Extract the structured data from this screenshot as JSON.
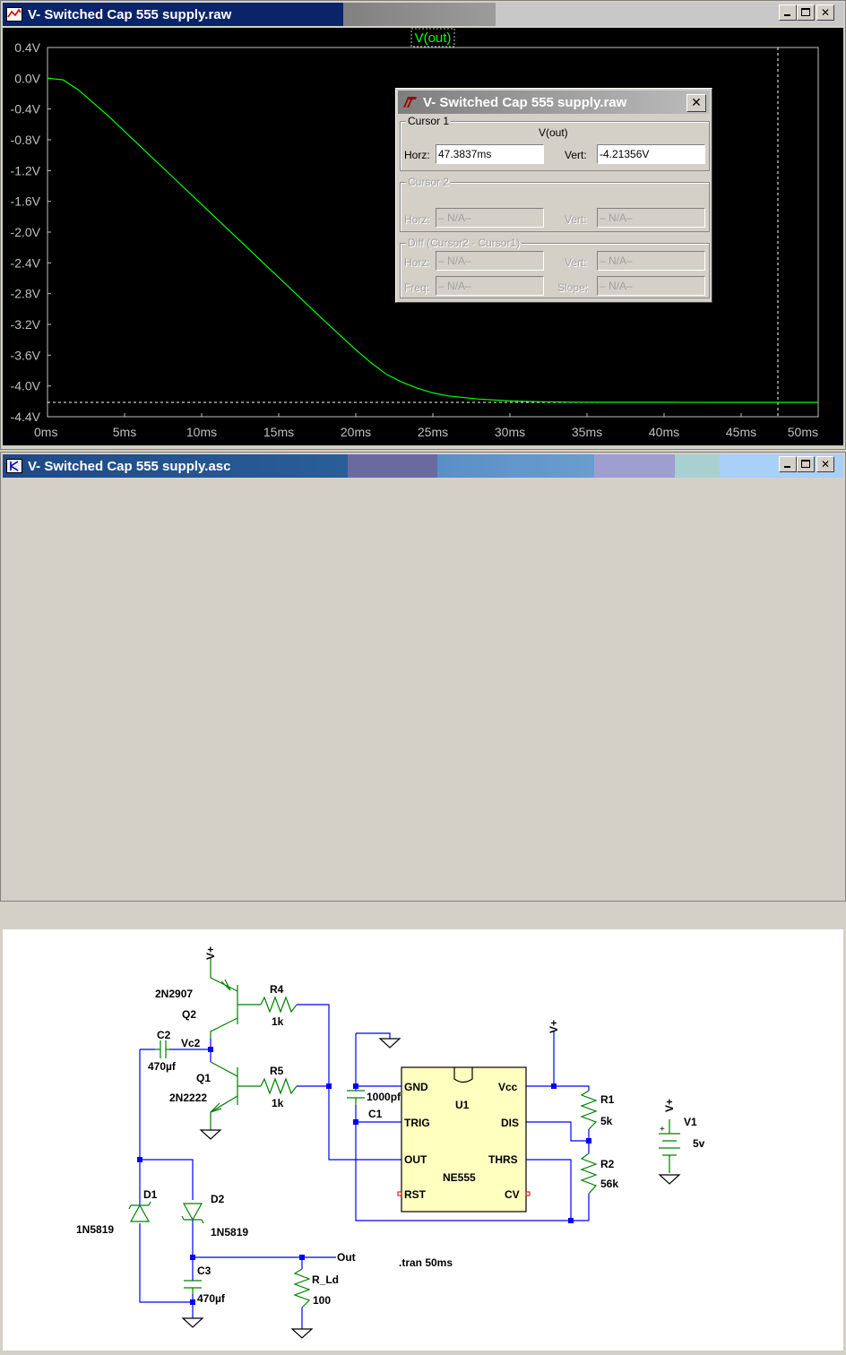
{
  "waveform_window": {
    "title": "V- Switched Cap 555 supply.raw",
    "trace_label": "V(out)",
    "trace_color": "#00ff00",
    "y_tick_labels": [
      "0.4V",
      "0.0V",
      "-0.4V",
      "-0.8V",
      "-1.2V",
      "-1.6V",
      "-2.0V",
      "-2.4V",
      "-2.8V",
      "-3.2V",
      "-3.6V",
      "-4.0V",
      "-4.4V"
    ],
    "x_tick_labels": [
      "0ms",
      "5ms",
      "10ms",
      "15ms",
      "20ms",
      "25ms",
      "30ms",
      "35ms",
      "40ms",
      "45ms",
      "50ms"
    ]
  },
  "chart_data": {
    "type": "line",
    "series": [
      {
        "name": "V(out)",
        "x": [
          0,
          1,
          2,
          4,
          6,
          8,
          10,
          12,
          14,
          16,
          18,
          20,
          21,
          22,
          23,
          24,
          25,
          26,
          28,
          30,
          32,
          34,
          36,
          40,
          45,
          50
        ],
        "y": [
          0.0,
          -0.02,
          -0.15,
          -0.5,
          -0.88,
          -1.26,
          -1.64,
          -2.02,
          -2.4,
          -2.78,
          -3.16,
          -3.53,
          -3.7,
          -3.85,
          -3.95,
          -4.03,
          -4.09,
          -4.13,
          -4.17,
          -4.195,
          -4.205,
          -4.21,
          -4.212,
          -4.213,
          -4.2135,
          -4.2136
        ]
      }
    ],
    "x_unit": "ms",
    "y_unit": "V",
    "xlim": [
      0,
      50
    ],
    "ylim": [
      -4.4,
      0.4
    ],
    "cursor1": {
      "x": 47.3837,
      "y": -4.21356
    },
    "grid": false
  },
  "cursor_dialog": {
    "title": "V- Switched Cap 555 supply.raw",
    "cursor1_label": "Cursor 1",
    "cursor1_trace": "V(out)",
    "horz_label": "Horz:",
    "vert_label": "Vert:",
    "cursor1_horz": "47.3837ms",
    "cursor1_vert": "-4.21356V",
    "cursor2_label": "Cursor 2",
    "cursor2_horz": "– N/A–",
    "cursor2_vert": "– N/A–",
    "diff_label": "Diff (Cursor2 - Cursor1)",
    "freq_label": "Freq:",
    "slope_label": "Slope:",
    "diff_horz": "– N/A–",
    "diff_vert": "– N/A–",
    "diff_freq": "– N/A–",
    "diff_slope": "– N/A–"
  },
  "schematic_window": {
    "title": "V- Switched Cap 555 supply.asc",
    "labels": {
      "vplus": "V+",
      "q2_model": "2N2907",
      "q2": "Q2",
      "r4": "R4",
      "r4_val": "1k",
      "c2": "C2",
      "vc2": "Vc2",
      "c2_val": "470µf",
      "q1": "Q1",
      "q1_model": "2N2222",
      "r5": "R5",
      "r5_val": "1k",
      "c_1000": "1000pf",
      "c1": "C1",
      "gnd_pin": "GND",
      "u1": "U1",
      "vcc_pin": "Vcc",
      "trig_pin": "TRIG",
      "dis_pin": "DIS",
      "out_pin": "OUT",
      "thrs_pin": "THRS",
      "part": "NE555",
      "rst_pin": "RST",
      "cv_pin": "CV",
      "r1": "R1",
      "r1_val": "5k",
      "r2": "R2",
      "r2_val": "56k",
      "v1": "V1",
      "v1_val": "5v",
      "plus": "+",
      "d1": "D1",
      "d1_model": "1N5819",
      "d2": "D2",
      "d2_model": "1N5819",
      "c3": "C3",
      "c3_val": "470µf",
      "out": "Out",
      "rld": "R_Ld",
      "rld_val": "100",
      "tran": ".tran 50ms"
    }
  }
}
